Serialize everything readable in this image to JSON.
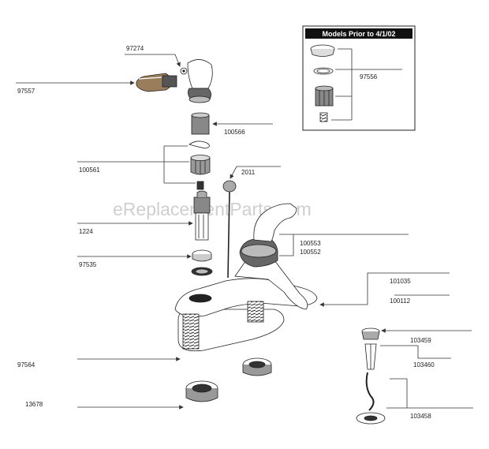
{
  "watermark": "eReplacementParts.com",
  "inset": {
    "title": "Models Prior to 4/1/02"
  },
  "labels": {
    "p97274": "97274",
    "p97557": "97557",
    "p97556": "97556",
    "p100566": "100566",
    "p100561": "100561",
    "p2011": "2011",
    "p1224": "1224",
    "p100553": "100553",
    "p100552": "100552",
    "p97535": "97535",
    "p101035": "101035",
    "p100112": "100112",
    "p103459": "103459",
    "p103460": "103460",
    "p97564": "97564",
    "p13678": "13678",
    "p103458": "103458"
  }
}
